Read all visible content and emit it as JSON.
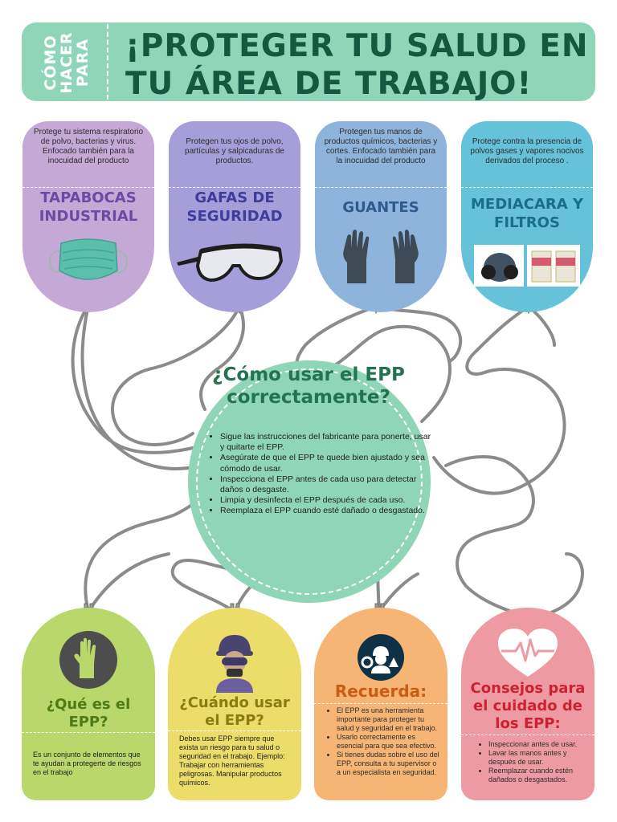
{
  "header": {
    "howto": "CÓMO HACER PARA",
    "title": "¡PROTEGER TU SALUD EN TU ÁREA DE TRABAJO!"
  },
  "top_cards": [
    {
      "description": "Protege tu sistema respiratorio de polvo, bacterias y virus. Enfocado también para la inocuidad del producto",
      "title": "TAPABOCAS INDUSTRIAL",
      "icon": "face-mask-icon",
      "color": "#c4a9d6",
      "title_color": "#6b4aa3"
    },
    {
      "description": "Protegen tus ojos de polvo, partículas y salpicaduras de productos.",
      "title": "GAFAS DE SEGURIDAD",
      "icon": "safety-glasses-icon",
      "color": "#a69ed8",
      "title_color": "#3f3d9c"
    },
    {
      "description": "Protegen tus manos de productos químicos, bacterias y cortes. Enfocado también para la inocuidad del producto",
      "title": "GUANTES",
      "icon": "gloves-icon",
      "color": "#8fb4dc",
      "title_color": "#2e5a8c"
    },
    {
      "description": "Protege contra la presencia de polvos gases y vapores nocivos derivados del proceso .",
      "title": "MEDIACARA Y FILTROS",
      "icon": "half-mask-respirator-icon",
      "color": "#65c2d9",
      "title_color": "#1a6e86"
    }
  ],
  "center": {
    "title": "¿Cómo usar el EPP correctamente?",
    "items": [
      "Sigue las instrucciones del fabricante para ponerte, usar y quitarte el EPP.",
      "Asegúrate de que el EPP te quede bien ajustado y sea cómodo de usar.",
      "Inspecciona el EPP antes de cada uso para detectar daños o desgaste.",
      "Limpia y desinfecta el EPP después de cada uso.",
      "Reemplaza el EPP cuando esté dañado o desgastado."
    ]
  },
  "bottom_cards": [
    {
      "title": "¿Qué es el EPP?",
      "text": "Es un conjunto de elementos que te ayudan a protegerte de riesgos en el trabajo",
      "icon": "glove-circle-icon",
      "color": "#b9d76a",
      "title_color": "#4e7a17"
    },
    {
      "title": "¿Cuándo usar el EPP?",
      "text": "Debes usar EPP siempre que exista un riesgo para tu salud o seguridad en el trabajo. Ejemplo: Trabajar con herramientas peligrosas. Manipular productos químicos.",
      "icon": "protected-worker-icon",
      "color": "#ecdd6a",
      "title_color": "#8a7a12"
    },
    {
      "title": "Recuerda:",
      "items": [
        "El EPP es una herramienta importante para proteger tu salud y seguridad en el trabajo.",
        "Usarlo correctamente es esencial para que sea efectivo.",
        "Si tienes dudas sobre el uso del EPP, consulta a tu supervisor o a un especialista en seguridad."
      ],
      "icon": "safety-worker-gear-icon",
      "color": "#f6b575",
      "title_color": "#c95d12"
    },
    {
      "title": "Consejos para el cuidado de los EPP:",
      "items": [
        "Inspeccionar antes de usar.",
        "Lavar las manos antes y después de usar.",
        "Reemplazar cuando estén dañados o desgastados."
      ],
      "icon": "heartbeat-icon",
      "color": "#ee9aa2",
      "title_color": "#cf2030"
    }
  ]
}
